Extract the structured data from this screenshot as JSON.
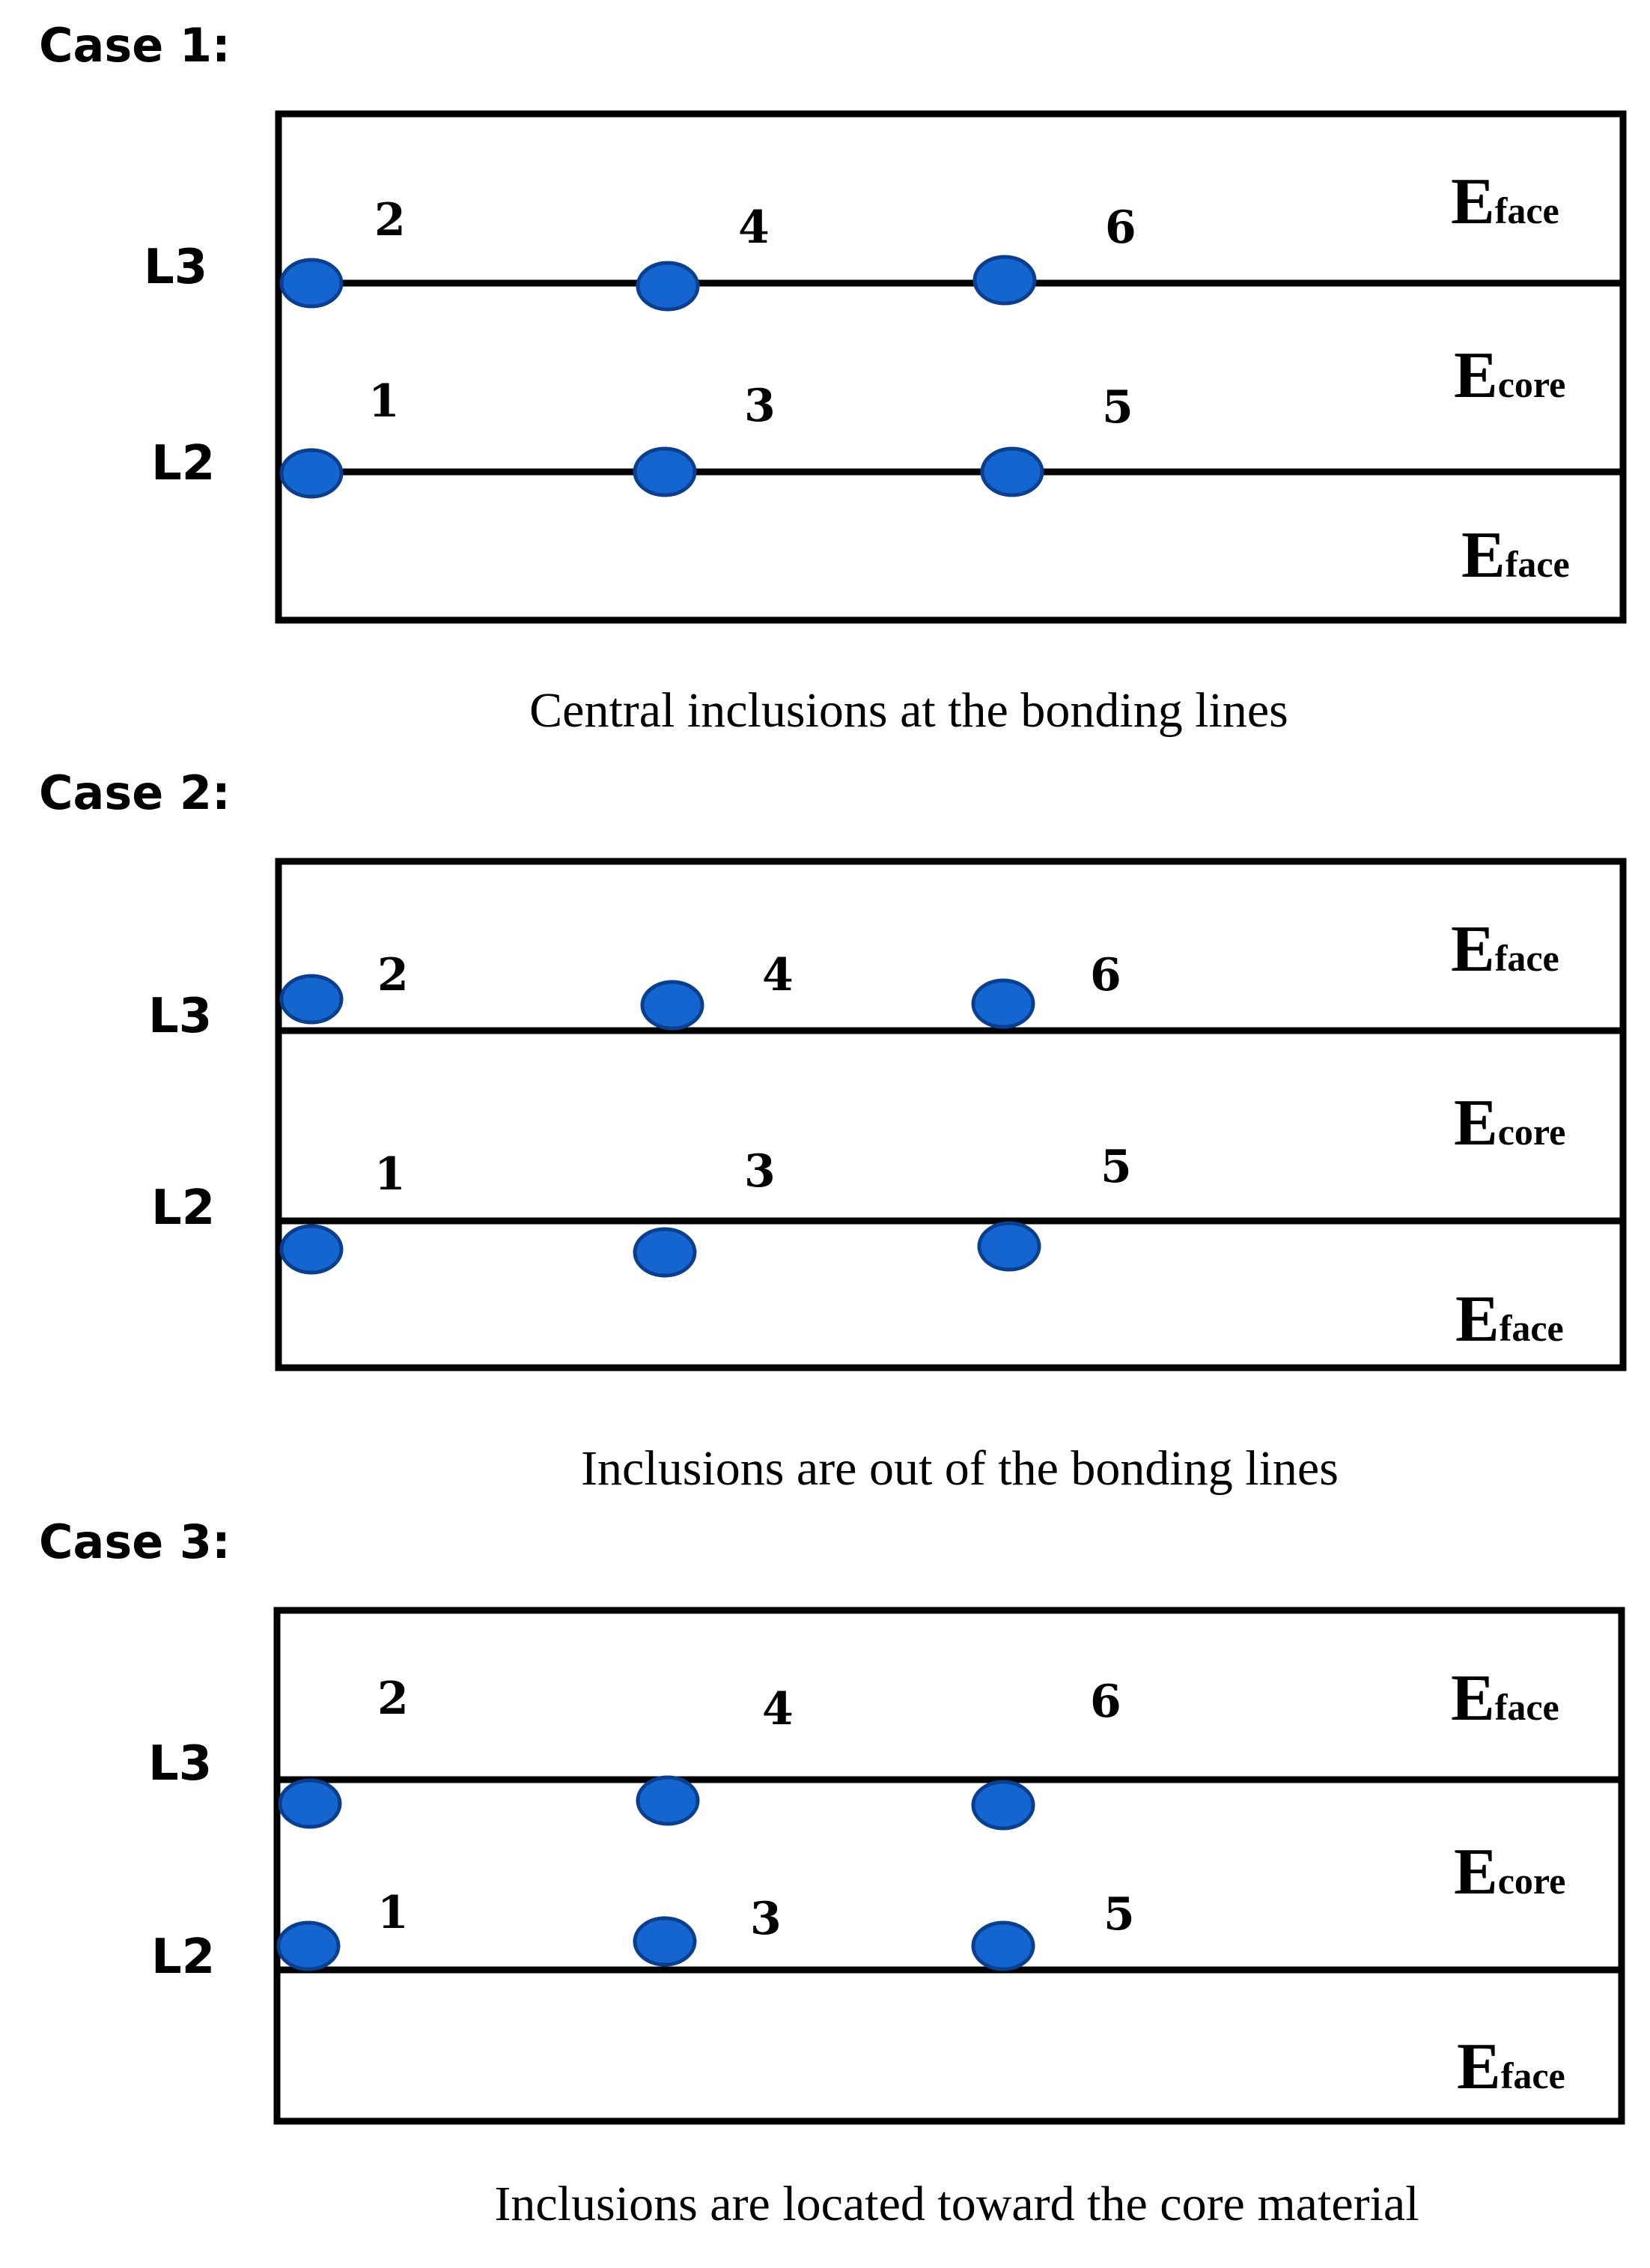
{
  "cases": [
    {
      "title": "Case 1:",
      "labels": {
        "top": "L3",
        "bottom": "L2"
      },
      "numbers": [
        "1",
        "2",
        "3",
        "4",
        "5",
        "6"
      ],
      "moduli": {
        "top": {
          "main": "E",
          "sub": "face"
        },
        "mid": {
          "main": "E",
          "sub": "core"
        },
        "bot": {
          "main": "E",
          "sub": "face"
        }
      },
      "caption": "Central inclusions at the bonding lines"
    },
    {
      "title": "Case 2:",
      "labels": {
        "top": "L3",
        "bottom": "L2"
      },
      "numbers": [
        "1",
        "2",
        "3",
        "4",
        "5",
        "6"
      ],
      "moduli": {
        "top": {
          "main": "E",
          "sub": "face"
        },
        "mid": {
          "main": "E",
          "sub": "core"
        },
        "bot": {
          "main": "E",
          "sub": "face"
        }
      },
      "caption": "Inclusions are out of the bonding lines"
    },
    {
      "title": "Case 3:",
      "labels": {
        "top": "L3",
        "bottom": "L2"
      },
      "numbers": [
        "1",
        "2",
        "3",
        "4",
        "5",
        "6"
      ],
      "moduli": {
        "top": {
          "main": "E",
          "sub": "face"
        },
        "mid": {
          "main": "E",
          "sub": "core"
        },
        "bot": {
          "main": "E",
          "sub": "face"
        }
      },
      "caption": "Inclusions are located toward the core material"
    }
  ],
  "colors": {
    "inclusion_fill": "#1565d0",
    "inclusion_stroke": "#0a3f8f",
    "lines": "#000000"
  }
}
